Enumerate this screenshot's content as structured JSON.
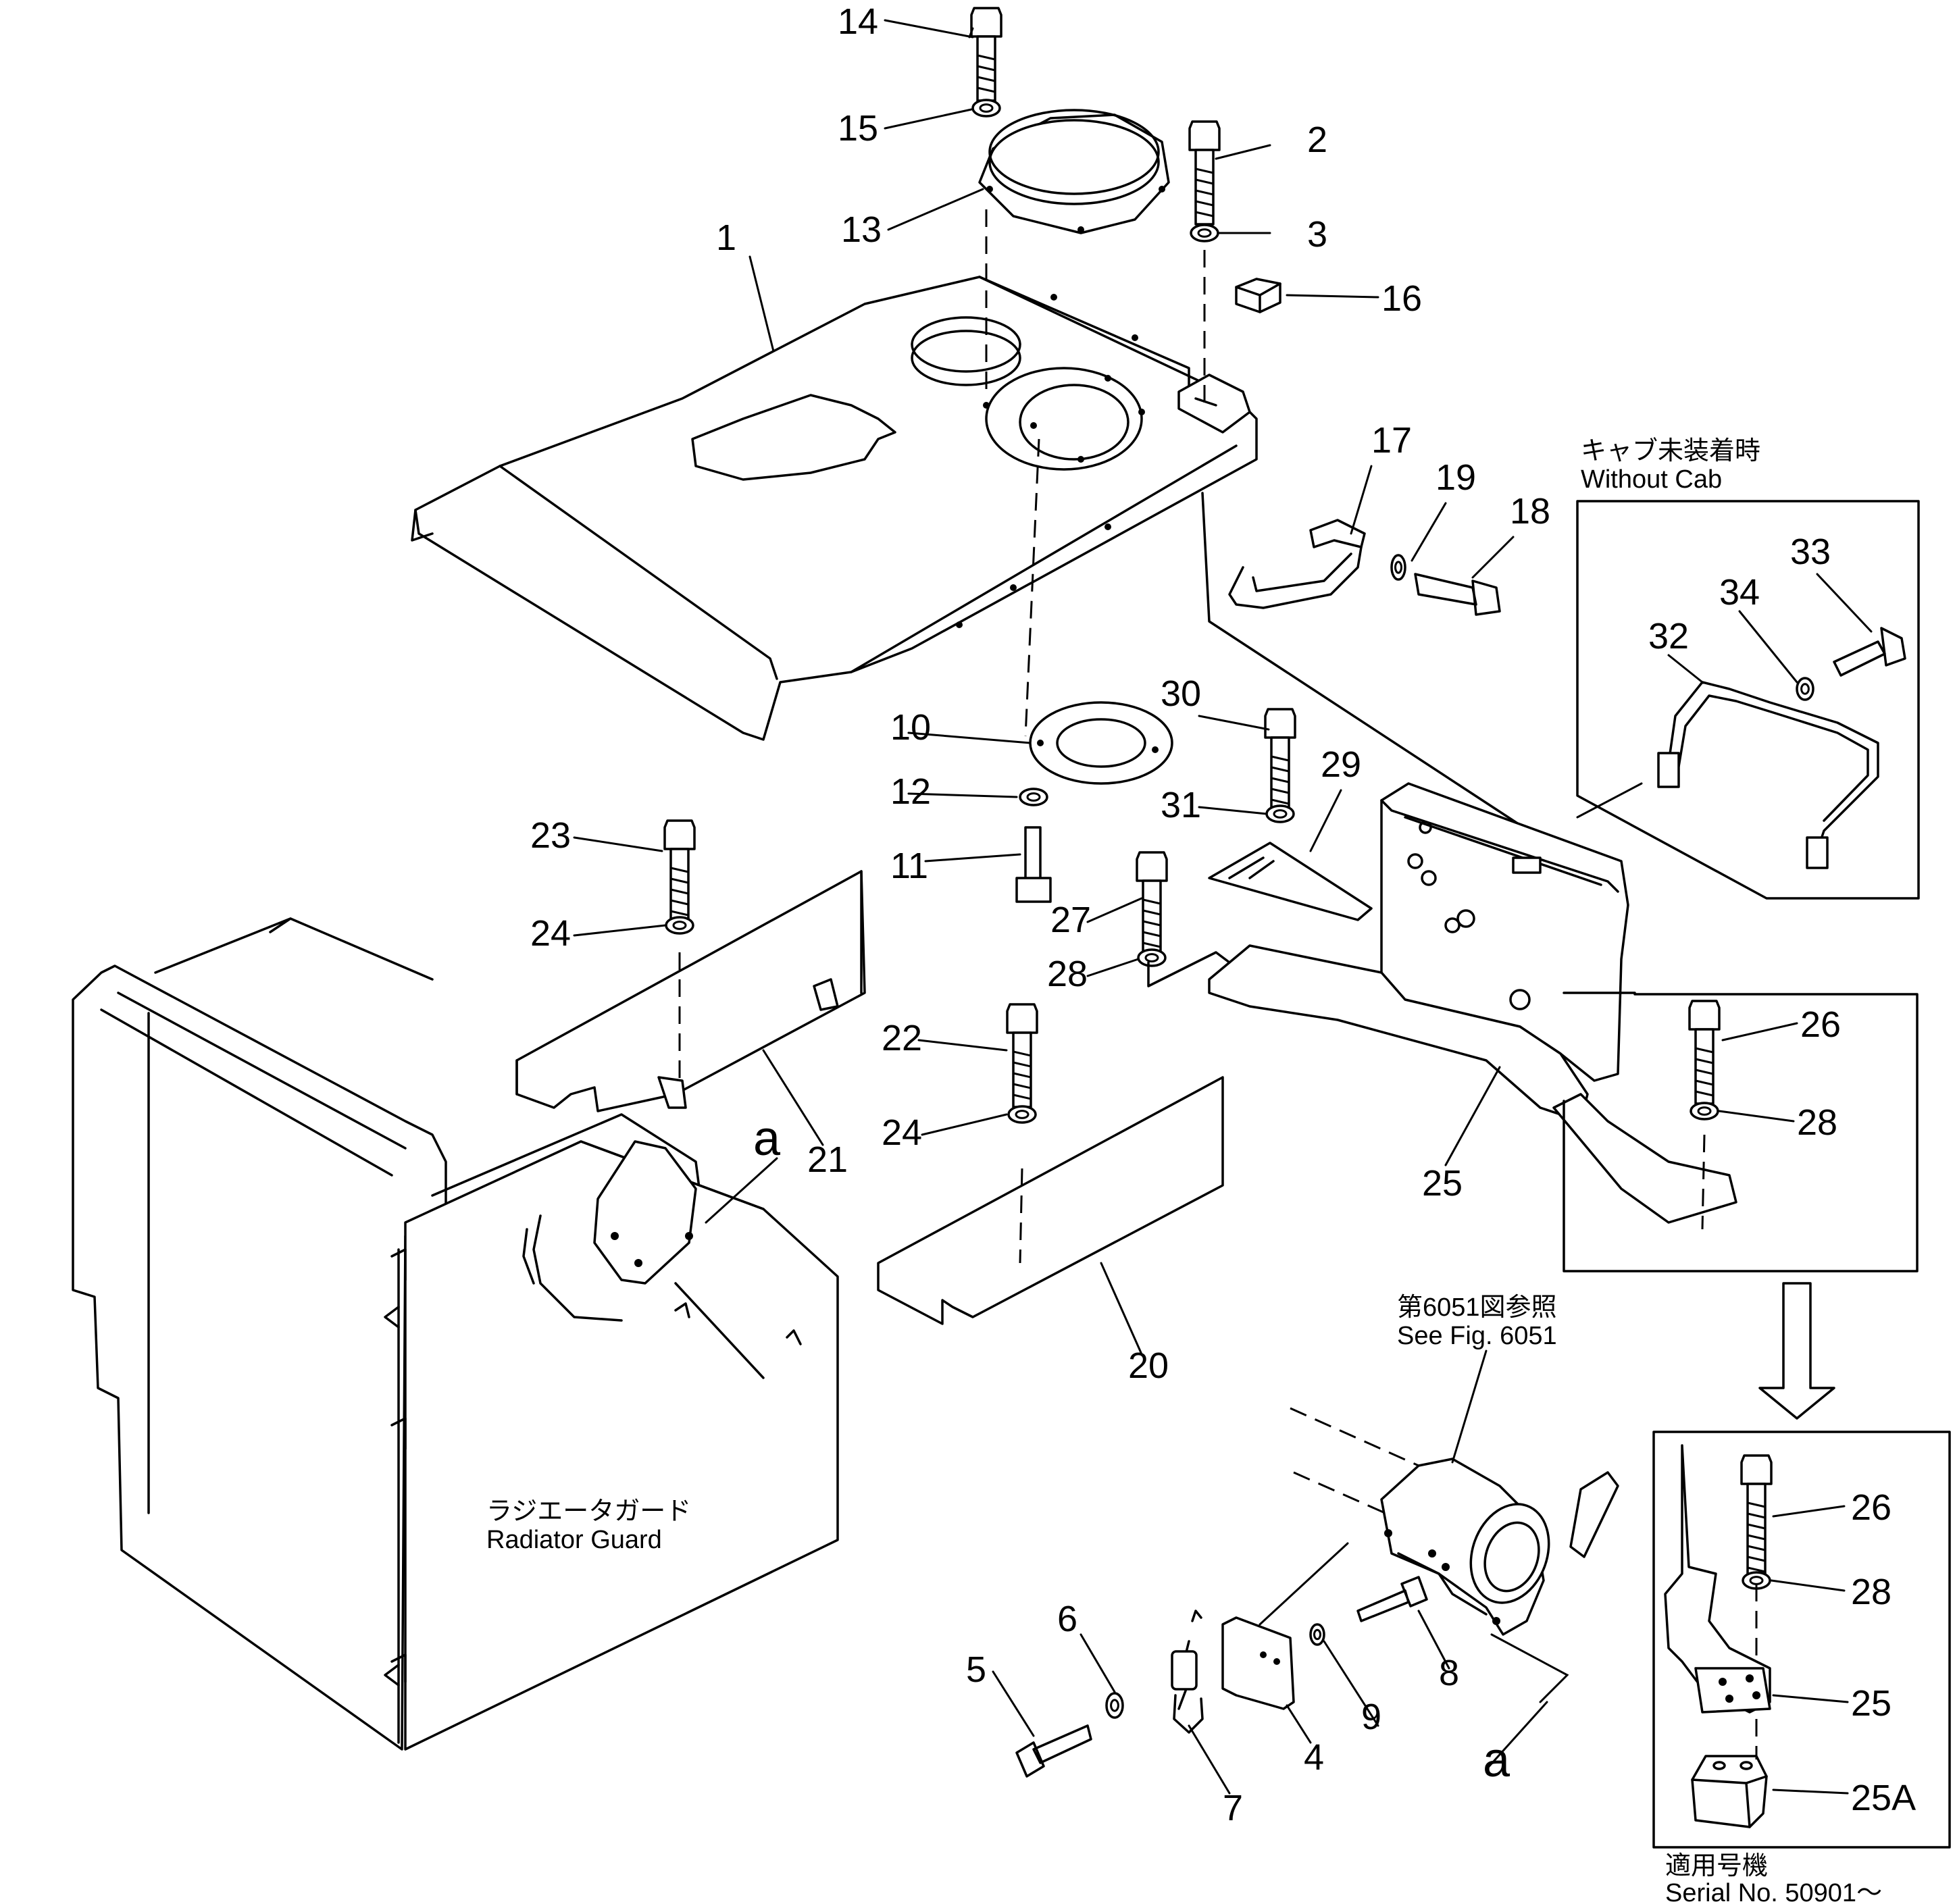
{
  "callouts": {
    "n1": "1",
    "n2": "2",
    "n3": "3",
    "n4": "4",
    "n5": "5",
    "n6": "6",
    "n7": "7",
    "n8": "8",
    "n9": "9",
    "n10": "10",
    "n11": "11",
    "n12": "12",
    "n13": "13",
    "n14": "14",
    "n15": "15",
    "n16": "16",
    "n17": "17",
    "n18": "18",
    "n19": "19",
    "n20": "20",
    "n21": "21",
    "n22": "22",
    "n23": "23",
    "n24a": "24",
    "n24b": "24",
    "n25": "25",
    "n25b": "25",
    "n25a": "25A",
    "n26": "26",
    "n26b": "26",
    "n27": "27",
    "n28a": "28",
    "n28b": "28",
    "n28c": "28",
    "n29": "29",
    "n30": "30",
    "n31": "31",
    "n32": "32",
    "n33": "33",
    "n34": "34",
    "a1": "a",
    "a2": "a"
  },
  "captions": {
    "without_cab_jp": "キャブ未装着時",
    "without_cab_en": "Without  Cab",
    "see_fig_jp": "第6051図参照",
    "see_fig_en": "See  Fig.  6051",
    "radiator_jp": "ラジエータガード",
    "radiator_en": "Radiator  Guard",
    "serial_jp": "適用号機",
    "serial_en": "Serial  No.  50901～"
  }
}
